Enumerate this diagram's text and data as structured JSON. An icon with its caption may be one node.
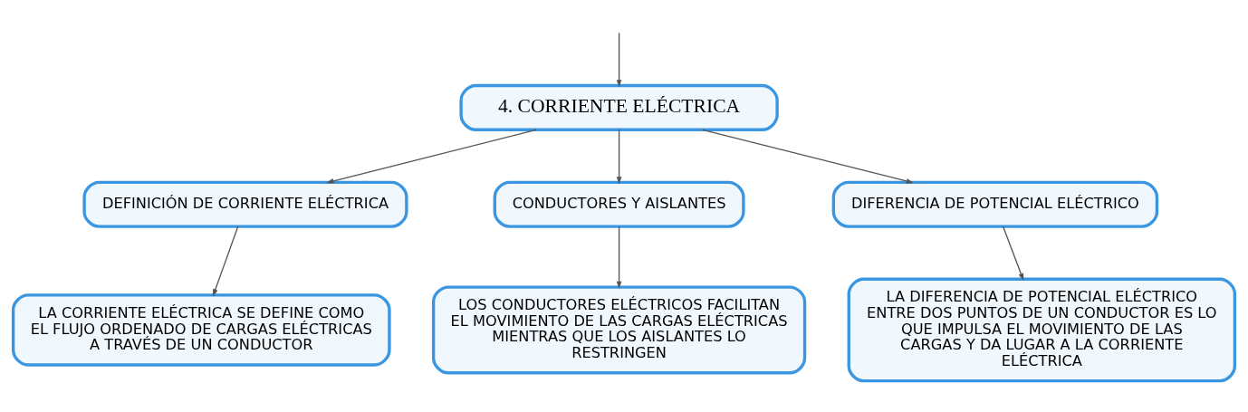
{
  "diagram": {
    "nodes": [
      {
        "text": [
          "4. CORRIENTE ELÉCTRICA"
        ]
      },
      {
        "text": [
          "DEFINICIÓN DE CORRIENTE ELÉCTRICA"
        ]
      },
      {
        "text": [
          "CONDUCTORES Y AISLANTES"
        ]
      },
      {
        "text": [
          "DIFERENCIA DE POTENCIAL ELÉCTRICO"
        ]
      },
      {
        "text": [
          "LA CORRIENTE ELÉCTRICA SE DEFINE COMO EL FLUJO ORDENADO DE CARGAS ELÉCTRICAS A TRAVÉS DE UN CONDUCTOR"
        ]
      },
      {
        "text": [
          "LOS CONDUCTORES ELÉCTRICOS FACILITAN EL MOVIMIENTO DE LAS CARGAS ELÉCTRICAS MIENTRAS QUE LOS AISLANTES LO RESTRINGEN"
        ]
      },
      {
        "text": [
          "LA DIFERENCIA DE POTENCIAL ELÉCTRICO ENTRE DOS PUNTOS DE UN CONDUCTOR ES LO QUE IMPULSA EL MOVIMIENTO DE LAS CARGAS Y DA LUGAR A LA CORRIENTE ELÉCTRICA"
        ]
      }
    ],
    "edges": [
      {
        "from": null,
        "to": 0,
        "arrow": "to"
      },
      {
        "from": 0,
        "to": 1,
        "arrow": "to"
      },
      {
        "from": 0,
        "to": 2,
        "arrow": "to"
      },
      {
        "from": 0,
        "to": 3,
        "arrow": "to"
      },
      {
        "from": 1,
        "to": 4,
        "arrow": "to"
      },
      {
        "from": 2,
        "to": 5,
        "arrow": "to"
      },
      {
        "from": 3,
        "to": 6,
        "arrow": "to"
      }
    ]
  }
}
